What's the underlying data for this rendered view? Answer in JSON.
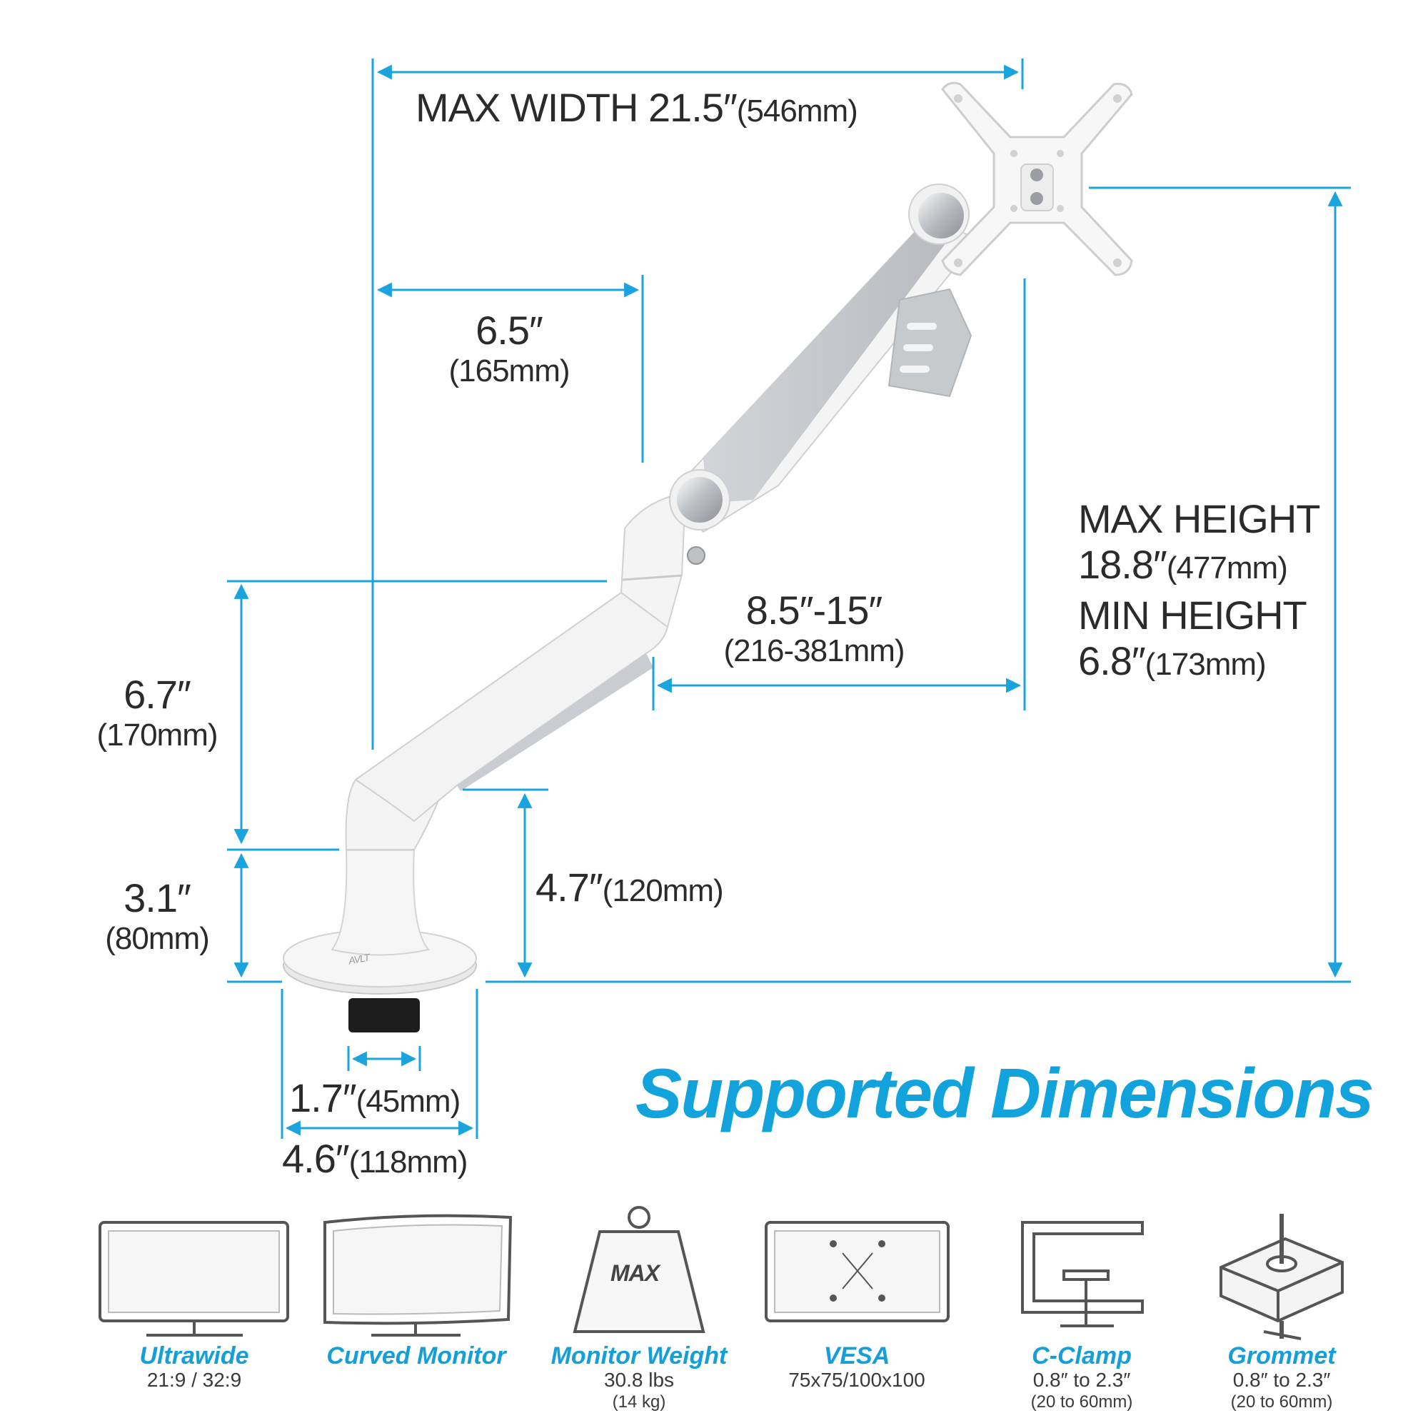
{
  "dimensions": {
    "max_width": {
      "main": "MAX WIDTH 21.5″",
      "unit": "(546mm)"
    },
    "inner_width": {
      "main": "6.5″",
      "unit": "(165mm)"
    },
    "arm_height": {
      "main": "6.7″",
      "unit": "(170mm)"
    },
    "base_height": {
      "main": "3.1″",
      "unit": "(80mm)"
    },
    "clearance": {
      "main": "4.7″",
      "unit": "(120mm)"
    },
    "extension": {
      "main": "8.5″-15″",
      "unit": "(216-381mm)"
    },
    "max_height": {
      "title": "MAX HEIGHT",
      "main": "18.8″",
      "unit": "(477mm)"
    },
    "min_height": {
      "title": "MIN HEIGHT",
      "main": "6.8″",
      "unit": "(173mm)"
    },
    "clamp_width": {
      "main": "1.7″",
      "unit": "(45mm)"
    },
    "base_width": {
      "main": "4.6″",
      "unit": "(118mm)"
    }
  },
  "brand_mark": "AVLT",
  "heading": "Supported Dimensions",
  "features": [
    {
      "name": "Ultrawide",
      "value": "21:9 / 32:9",
      "icon": "ultrawide-monitor-icon"
    },
    {
      "name": "Curved Monitor",
      "value": "",
      "icon": "curved-monitor-icon"
    },
    {
      "name": "Monitor Weight",
      "value": "30.8 lbs",
      "value2": "(14 kg)",
      "icon": "weight-icon",
      "icon_text": "MAX"
    },
    {
      "name": "VESA",
      "value": "75x75/100x100",
      "icon": "vesa-monitor-icon"
    },
    {
      "name": "C-Clamp",
      "value": "0.8″ to 2.3″",
      "value2": "(20 to 60mm)",
      "icon": "c-clamp-icon"
    },
    {
      "name": "Grommet",
      "value": "0.8″ to 2.3″",
      "value2": "(20 to 60mm)",
      "icon": "grommet-icon"
    }
  ],
  "colors": {
    "dimension_line": "#1aa3dc",
    "heading": "#12a3dd",
    "arm_white": "#f4f4f4",
    "arm_gray": "#c4c7cb"
  }
}
